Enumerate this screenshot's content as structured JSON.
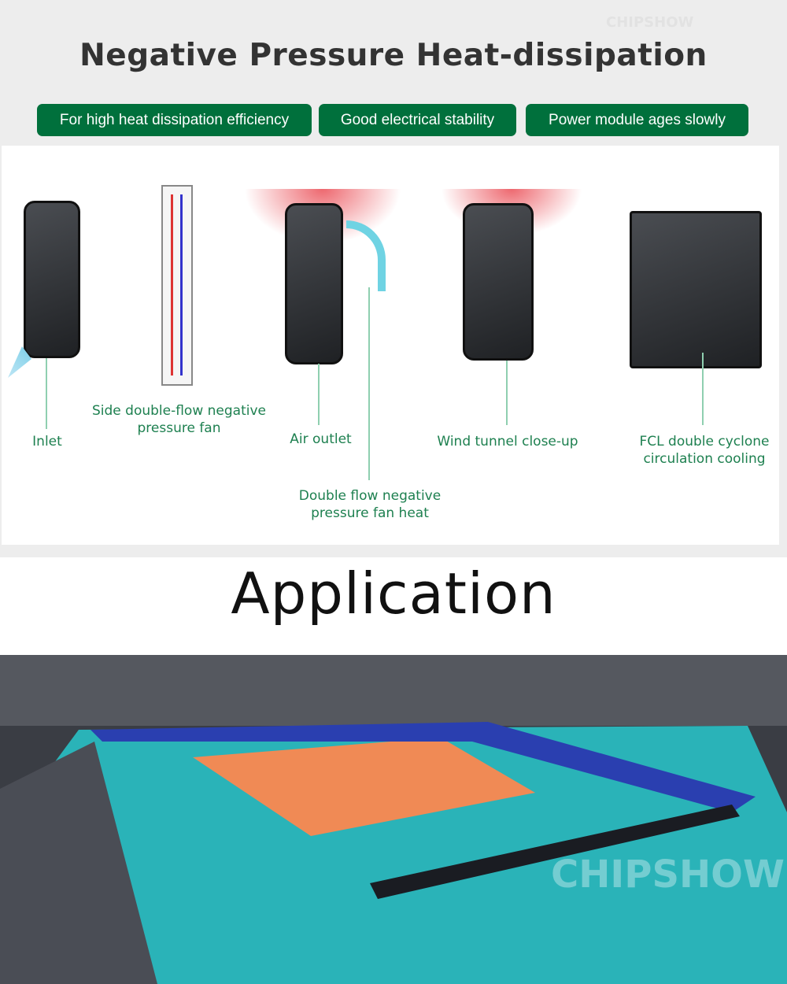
{
  "header": {
    "title": "Negative Pressure Heat-dissipation",
    "watermark": "CHIPSHOW"
  },
  "badges": [
    "For high heat dissipation efficiency",
    "Good electrical stability",
    "Power module ages slowly"
  ],
  "diagram": {
    "labels": {
      "inlet": "Inlet",
      "side_fan": "Side double-flow negative pressure fan",
      "air_outlet": "Air outlet",
      "double_flow": "Double flow negative pressure fan heat",
      "wind_tunnel": "Wind tunnel close-up",
      "fcl": "FCL double cyclone circulation cooling"
    }
  },
  "application": {
    "title": "Application",
    "watermark": "CHIPSHOW"
  },
  "colors": {
    "badge_green": "#00703c",
    "label_green": "#1e8050",
    "court_teal": "#2ab3b8",
    "court_orange": "#f08a55"
  }
}
